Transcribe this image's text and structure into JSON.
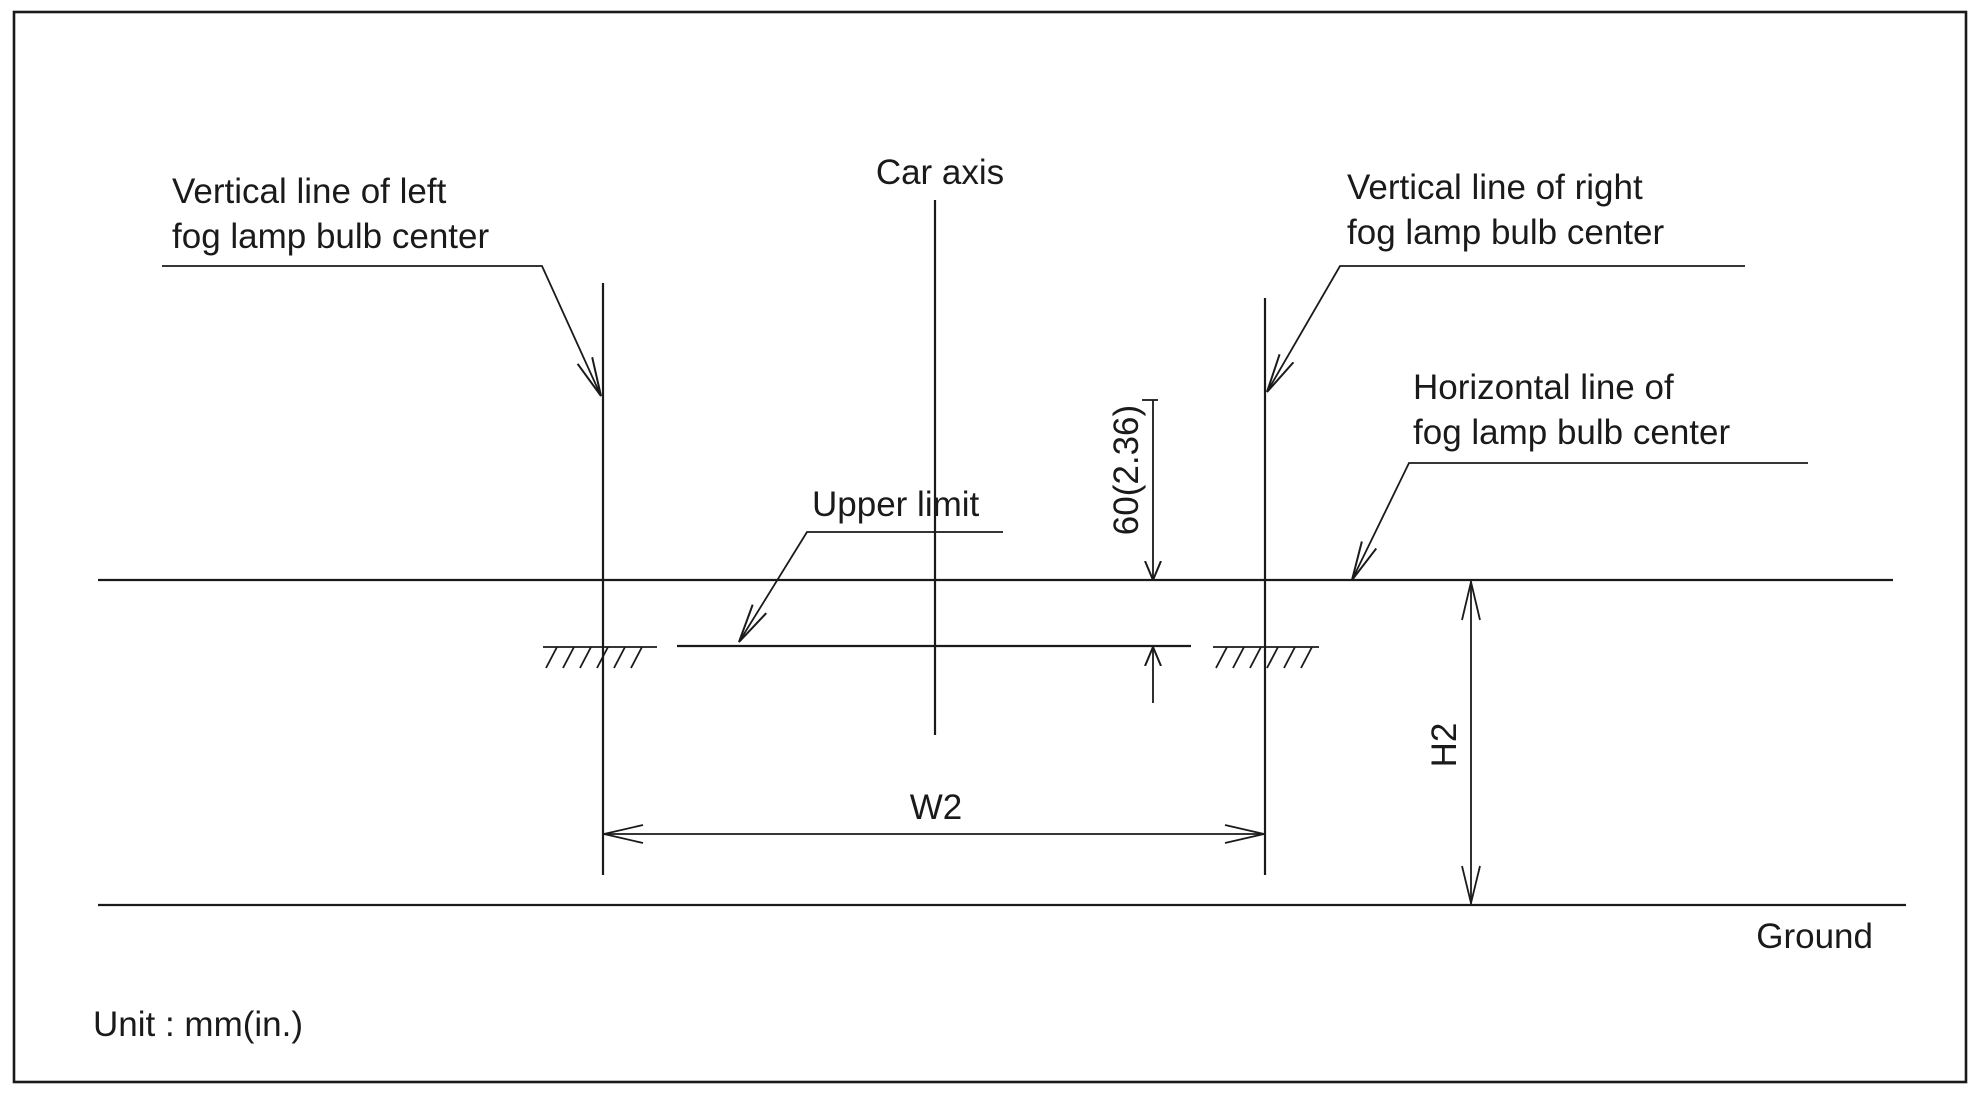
{
  "labels": {
    "car_axis": "Car axis",
    "left_vertical_line": [
      "Vertical line of left",
      "fog lamp bulb center"
    ],
    "right_vertical_line": [
      "Vertical line of right",
      "fog lamp bulb center"
    ],
    "horizontal_line": [
      "Horizontal line of",
      "fog lamp bulb center"
    ],
    "upper_limit": "Upper limit",
    "offset_dimension": "60(2.36)",
    "width_dimension": "W2",
    "height_dimension": "H2",
    "ground": "Ground",
    "unit": "Unit : mm(in.)"
  },
  "colors": {
    "line": "#1a1a1a",
    "background": "#ffffff"
  }
}
